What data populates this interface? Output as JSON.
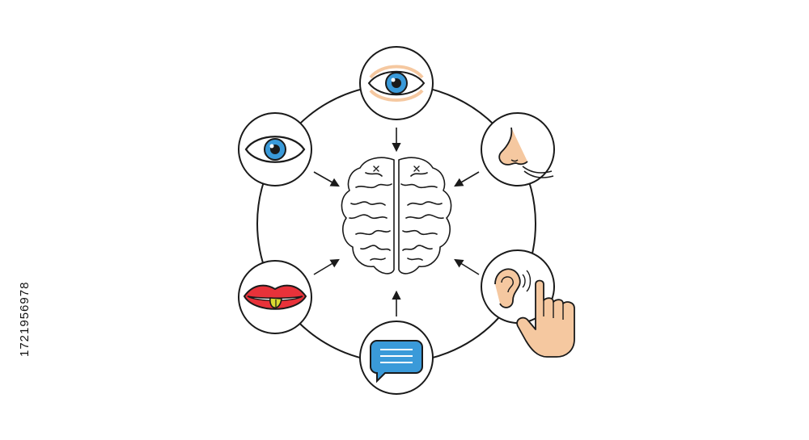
{
  "stock_id": "1721956978",
  "colors": {
    "outline": "#1a1a1a",
    "iris": "#3a9ad9",
    "pupil": "#1a1a1a",
    "skin": "#f5c8a0",
    "lips": "#e8323a",
    "tongue": "#d9d931",
    "bubble": "#3a9ad9",
    "background": "#ffffff"
  },
  "diagram": {
    "center": {
      "name": "brain",
      "icon": "brain-icon"
    },
    "senses": [
      {
        "name": "vision-top",
        "icon": "eye-icon"
      },
      {
        "name": "vision-left",
        "icon": "eye-icon"
      },
      {
        "name": "smell",
        "icon": "nose-icon"
      },
      {
        "name": "taste",
        "icon": "mouth-icon"
      },
      {
        "name": "speech",
        "icon": "speech-bubble-icon"
      },
      {
        "name": "hearing-touch",
        "icon": "ear-hand-icon"
      }
    ]
  }
}
